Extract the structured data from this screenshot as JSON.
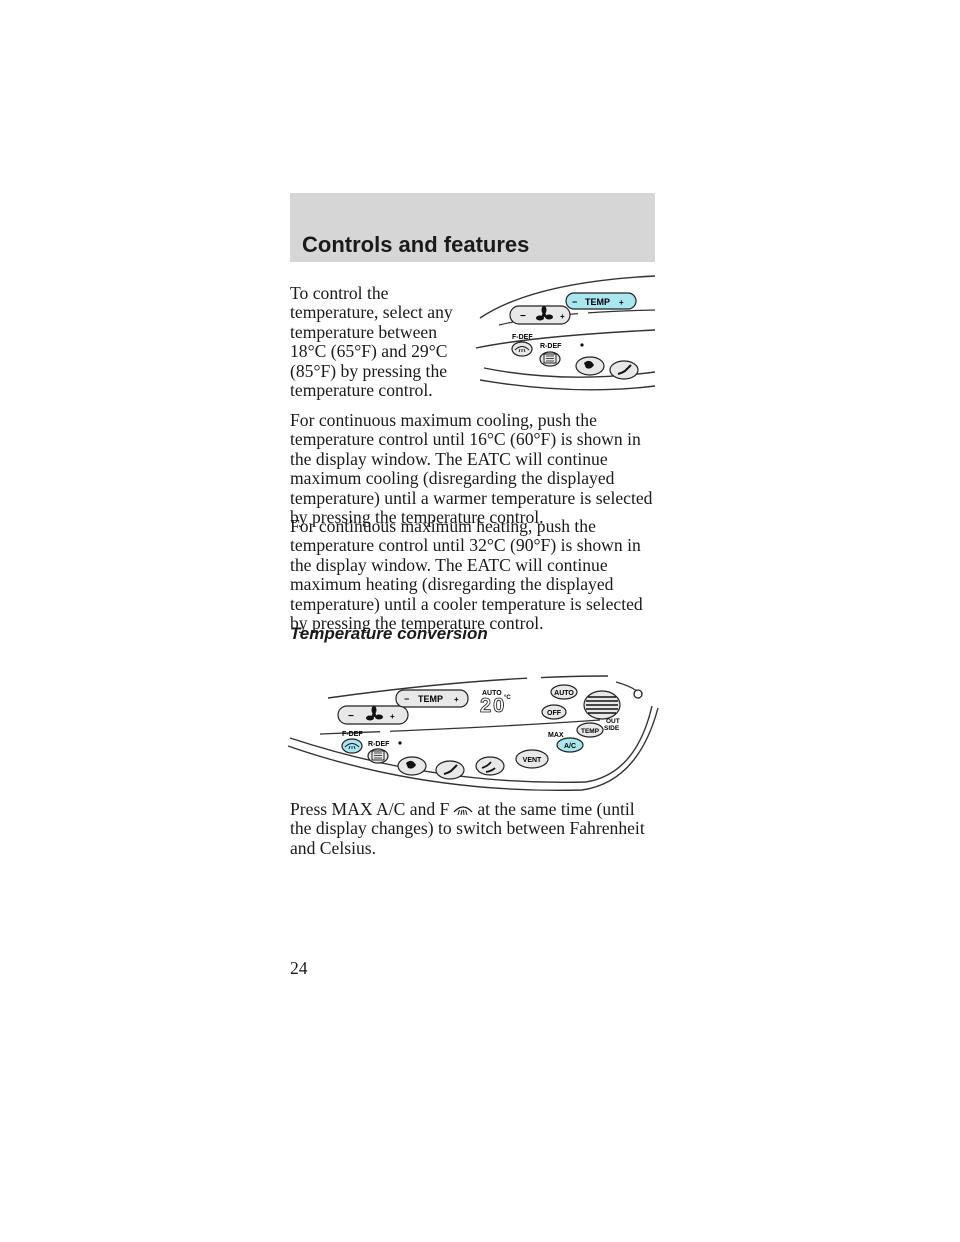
{
  "header": {
    "title": "Controls and features"
  },
  "paragraphs": {
    "p1": "To control the temperature, select any temperature between 18°C (65°F) and 29°C (85°F) by pressing the temperature control.",
    "p2": "For continuous maximum cooling, push the temperature control until 16°C (60°F) is shown in the display window. The EATC will continue maximum cooling (disregarding the displayed temperature) until a warmer temperature is selected by pressing the temperature control.",
    "p3": "For continuous maximum heating, push the temperature control until 32°C (90°F) is shown in the display window. The EATC will continue maximum heating (disregarding the displayed temperature) until a cooler temperature is selected by pressing the temperature control.",
    "p4_before": "Press MAX A/C and F",
    "p4_after": "at the same time (until the display changes) to switch between Fahrenheit and Celsius."
  },
  "subheading": "Temperature conversion",
  "panel_small": {
    "temp_label": "TEMP",
    "minus": "−",
    "plus": "+",
    "fdef_label": "F-DEF",
    "rdef_label": "R-DEF"
  },
  "panel_large": {
    "temp_label": "TEMP",
    "minus": "−",
    "plus": "+",
    "fdef_label": "F-DEF",
    "rdef_label": "R-DEF",
    "display_mode": "AUTO",
    "display_value": "20",
    "display_unit": "°C",
    "auto_label": "AUTO",
    "off_label": "OFF",
    "outside_line1": "OUT",
    "outside_line2": "SIDE",
    "outside_temp_label": "TEMP",
    "max_label": "MAX",
    "ac_label": "A/C",
    "vent_label": "VENT"
  },
  "page_number": "24",
  "colors": {
    "highlight": "#a8e6f0",
    "header_band": "#d6d6d6"
  }
}
